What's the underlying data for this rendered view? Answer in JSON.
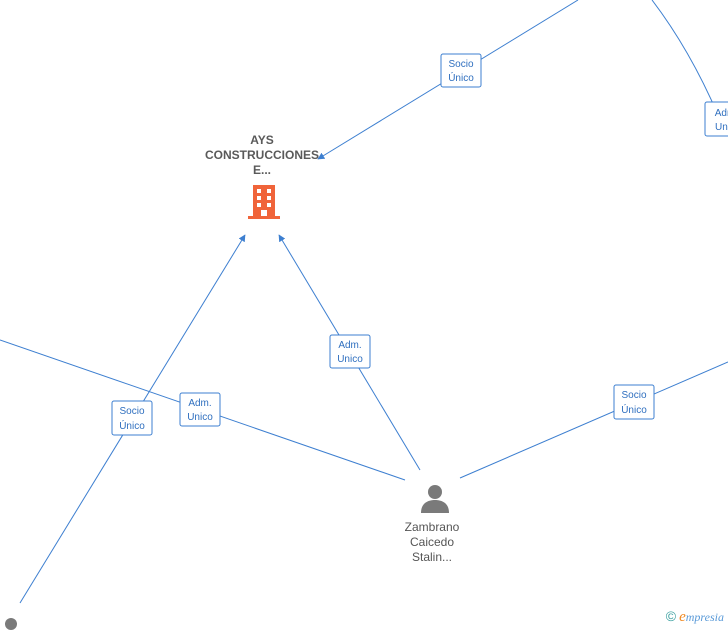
{
  "nodes": {
    "company": {
      "label_lines": [
        "AYS",
        "CONSTRUCCIONES",
        "E..."
      ],
      "icon": "building-icon",
      "color": "#f0643a"
    },
    "person": {
      "label_lines": [
        "Zambrano",
        "Caicedo",
        "Stalin..."
      ],
      "icon": "person-icon",
      "color": "#7a7a7a"
    }
  },
  "edge_labels": {
    "socio_top": [
      "Socio",
      "Único"
    ],
    "adm_right": [
      "Adm",
      "Unic"
    ],
    "adm_center": [
      "Adm.",
      "Unico"
    ],
    "adm_left": [
      "Adm.",
      "Unico"
    ],
    "socio_left": [
      "Socio",
      "Único"
    ],
    "socio_right": [
      "Socio",
      "Único"
    ]
  },
  "colors": {
    "edge": "#3d7fd0",
    "label_text": "#2f6fbf"
  },
  "watermark": {
    "symbol": "©",
    "e": "e",
    "rest": "mpresia"
  }
}
